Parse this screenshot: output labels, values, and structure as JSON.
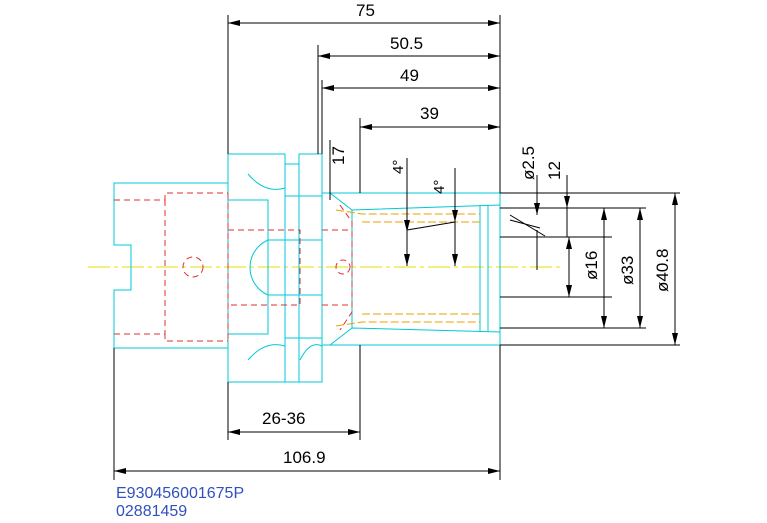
{
  "dimensions": {
    "overall_75": "75",
    "d_50_5": "50.5",
    "d_49": "49",
    "d_39": "39",
    "d_17": "17",
    "taper_4a": "4°",
    "taper_4b": "4°",
    "d_phi_2_5": "ø2.5",
    "d_12": "12",
    "d_phi_16": "ø16",
    "d_phi_33": "ø33",
    "d_phi_40_8": "ø40.8",
    "d_26_36": "26-36",
    "d_106_9": "106.9"
  },
  "part_number": "E930456001675P",
  "code": "02881459",
  "colors": {
    "outline": "#00c8d8",
    "hidden": "#e03030",
    "centerline": "#e8e000",
    "collet": "#e8a000",
    "dimension": "#000000",
    "label": "#3050c0"
  }
}
